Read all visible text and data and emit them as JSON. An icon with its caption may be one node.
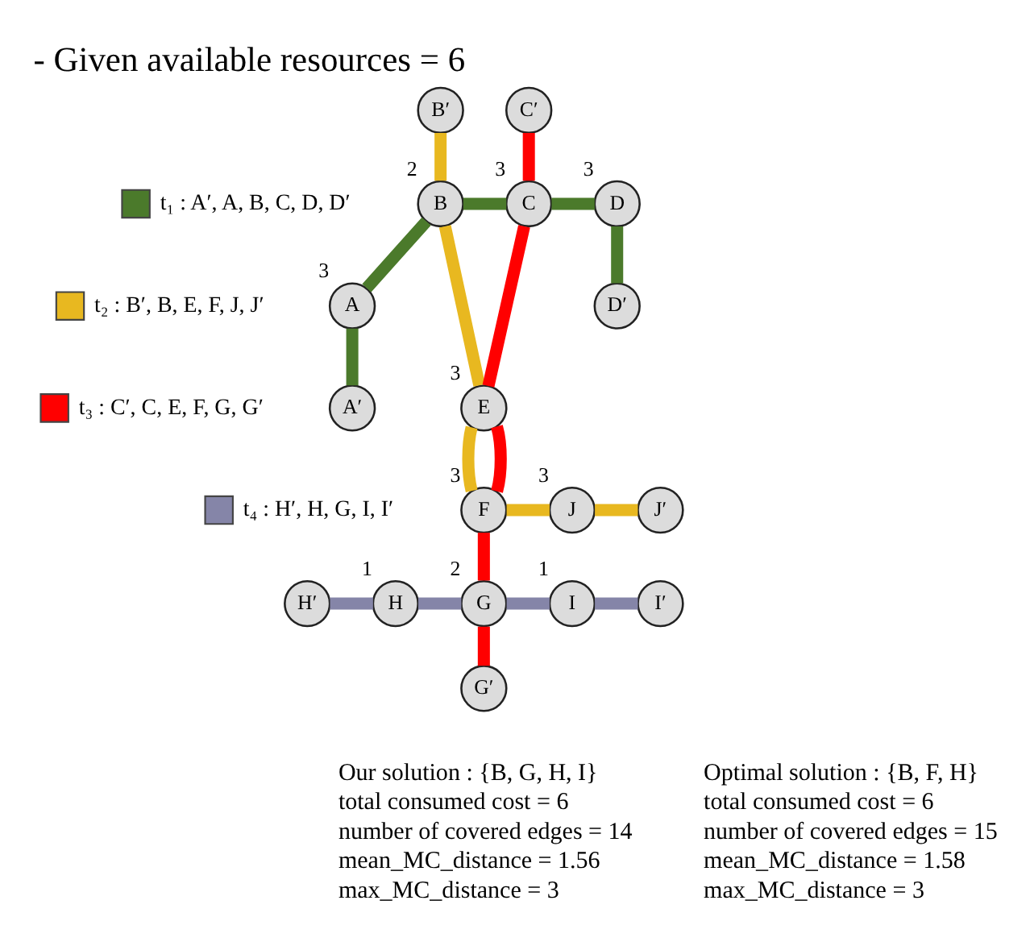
{
  "diagram": {
    "title": "- Given available resources = 6",
    "nodes": [
      {
        "text": [
          "B′"
        ]
      },
      {
        "text": [
          "C′"
        ]
      },
      {
        "text": [
          "B"
        ],
        "beside": [
          "2"
        ]
      },
      {
        "text": [
          "C"
        ],
        "beside": [
          "3"
        ]
      },
      {
        "text": [
          "A"
        ],
        "beside": [
          "3"
        ]
      },
      {
        "text": [
          "D"
        ],
        "beside": [
          "3"
        ]
      },
      {
        "text": [
          "A′"
        ]
      },
      {
        "text": [
          "E"
        ],
        "beside": [
          "3"
        ]
      },
      {
        "text": [
          "D′"
        ]
      },
      {
        "text": [
          "F"
        ],
        "beside": [
          "3"
        ]
      },
      {
        "text": [
          "J"
        ],
        "beside": [
          "3"
        ]
      },
      {
        "text": [
          "J′"
        ]
      },
      {
        "text": [
          "H′"
        ]
      },
      {
        "text": [
          "H"
        ],
        "beside": [
          "1"
        ]
      },
      {
        "text": [
          "G"
        ],
        "beside": [
          "2"
        ]
      },
      {
        "text": [
          "I"
        ],
        "beside": [
          "1"
        ]
      },
      {
        "text": [
          "I′"
        ]
      },
      {
        "text": [
          "G′"
        ]
      }
    ],
    "edges": [
      {
        "from": 2,
        "to": 4,
        "arrow": "none",
        "color": "#4b7a2b"
      },
      {
        "from": 4,
        "to": 6,
        "arrow": "none",
        "color": "#4b7a2b"
      },
      {
        "from": 2,
        "to": 3,
        "arrow": "none",
        "color": "#4b7a2b"
      },
      {
        "from": 3,
        "to": 5,
        "arrow": "none",
        "color": "#4b7a2b"
      },
      {
        "from": 5,
        "to": 8,
        "arrow": "none",
        "color": "#4b7a2b"
      },
      {
        "from": 0,
        "to": 2,
        "arrow": "none",
        "color": "#e8b820"
      },
      {
        "from": 2,
        "to": 7,
        "arrow": "none",
        "color": "#e8b820"
      },
      {
        "from": 7,
        "to": 9,
        "arrow": "none",
        "color": "#e8b820"
      },
      {
        "from": 9,
        "to": 10,
        "arrow": "none",
        "color": "#e8b820"
      },
      {
        "from": 10,
        "to": 11,
        "arrow": "none",
        "color": "#e8b820"
      },
      {
        "from": 1,
        "to": 3,
        "arrow": "none",
        "color": "#ff0000"
      },
      {
        "from": 3,
        "to": 7,
        "arrow": "none",
        "color": "#ff0000"
      },
      {
        "from": 7,
        "to": 9,
        "arrow": "none",
        "color": "#ff0000"
      },
      {
        "from": 9,
        "to": 14,
        "arrow": "none",
        "color": "#ff0000"
      },
      {
        "from": 14,
        "to": 17,
        "arrow": "none",
        "color": "#ff0000"
      },
      {
        "from": 12,
        "to": 13,
        "arrow": "none",
        "color": "#8585a8"
      },
      {
        "from": 13,
        "to": 14,
        "arrow": "none",
        "color": "#8585a8"
      },
      {
        "from": 14,
        "to": 15,
        "arrow": "none",
        "color": "#8585a8"
      },
      {
        "from": 15,
        "to": 16,
        "arrow": "none",
        "color": "#8585a8"
      }
    ],
    "labels": [
      "Our solution : {B, G, H, I}",
      "total consumed cost = 6",
      "number of covered edges = 14",
      "mean_MC_distance = 1.56",
      "max_MC_distance = 3",
      "Optimal solution : {B, F, H}",
      "total consumed cost = 6",
      "number of covered edges = 15",
      "mean_MC_distance = 1.58",
      "max_MC_distance = 3"
    ],
    "legend": [
      {
        "text": "t₁ : A′, A, B, C, D, D′",
        "color": "#4b7a2b"
      },
      {
        "text": "t₂ : B′, B, E, F, J, J′",
        "color": "#e8b820"
      },
      {
        "text": "t₃ : C′, C, E, F, G, G′",
        "color": "#ff0000"
      },
      {
        "text": "t₄ : H′, H, G, I, I′",
        "color": "#8585a8"
      }
    ]
  }
}
